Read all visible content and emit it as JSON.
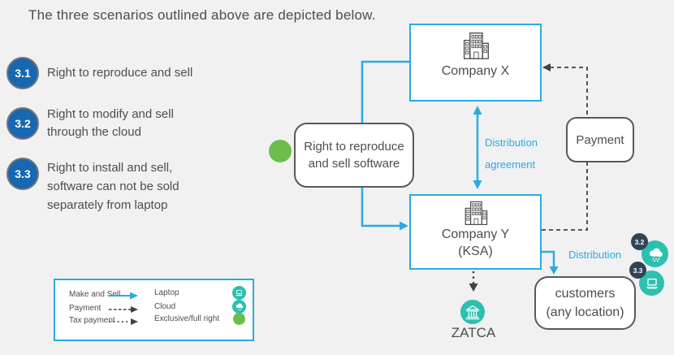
{
  "title": "The three scenarios outlined above are depicted below.",
  "scenarios": [
    {
      "number": "3.1",
      "lines": [
        "Right to reproduce and sell"
      ]
    },
    {
      "number": "3.2",
      "lines": [
        "Right to modify and sell",
        "through the cloud"
      ]
    },
    {
      "number": "3.3",
      "lines": [
        "Right to install and sell,",
        "software can not be sold",
        "separately from laptop"
      ]
    }
  ],
  "diagram": {
    "company_x": {
      "label": "Company X",
      "icon": "building-icon"
    },
    "company_y": {
      "label": "Company Y",
      "sublabel": "(KSA)",
      "icon": "building-icon"
    },
    "license_box": {
      "lines": [
        "Right to reproduce",
        "and sell software"
      ]
    },
    "payment_box": {
      "label": "Payment"
    },
    "customers_box": {
      "lines": [
        "customers",
        "(any location)"
      ]
    },
    "zatca": {
      "label": "ZATCA",
      "icon": "bank-icon"
    },
    "labels": {
      "distribution_agreement": [
        "Distribution",
        "agreement"
      ],
      "distribution": "Distribution"
    },
    "badges": [
      {
        "number": "3.2",
        "icon": "cloud-icon"
      },
      {
        "number": "3.3",
        "icon": "laptop-icon"
      }
    ]
  },
  "legend": {
    "line_items": [
      {
        "label": "Make and Sell",
        "style": "solid-blue-arrow"
      },
      {
        "label": "Payment",
        "style": "dashed-arrow"
      },
      {
        "label": "Tax payment",
        "style": "dotted-arrow"
      }
    ],
    "symbol_items": [
      {
        "label": "Laptop",
        "icon": "laptop-icon"
      },
      {
        "label": "Cloud",
        "icon": "cloud-icon"
      },
      {
        "label": "Exclusive/full right",
        "icon": "green-circle"
      }
    ]
  },
  "colors": {
    "accent_blue": "#29abe2",
    "scenario_blue": "#1767b1",
    "navy_badge": "#2f4557",
    "teal": "#2cc0b0",
    "green": "#6cbe4c",
    "text_dark": "#4d4d4f",
    "border_gray": "#58595b",
    "background": "#f1f1f2"
  }
}
